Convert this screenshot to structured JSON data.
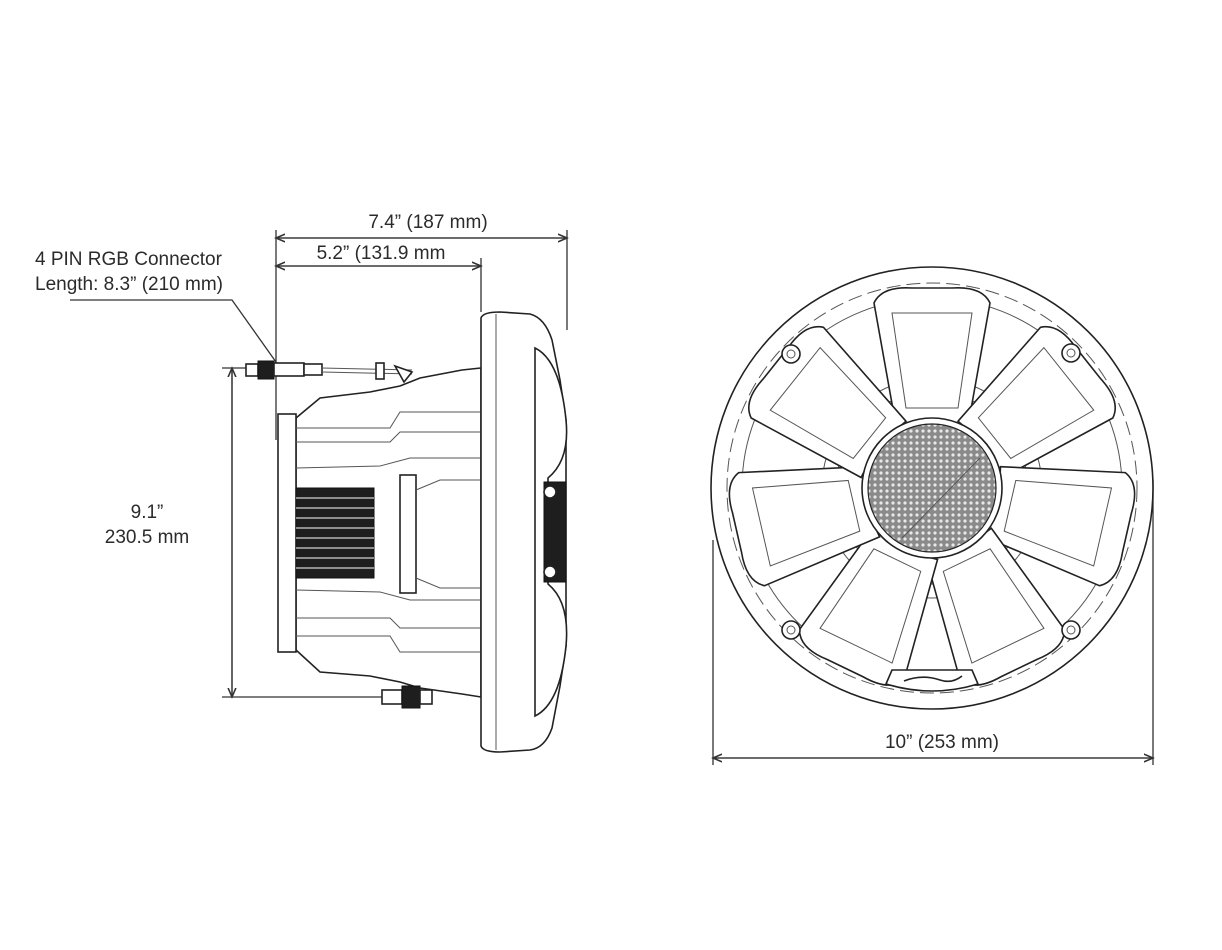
{
  "dimensions": {
    "overall_depth": "7.4” (187 mm)",
    "mount_depth": "5.2” (131.9 mm",
    "height_in": "9.1”",
    "height_mm": "230.5 mm",
    "diameter": "10” (253 mm)"
  },
  "connector": {
    "line1": "4 PIN RGB Connector",
    "line2": "Length: 8.3” (210 mm)"
  },
  "colors": {
    "line": "#333333",
    "dark": "#1e1e1e",
    "background": "#ffffff"
  }
}
